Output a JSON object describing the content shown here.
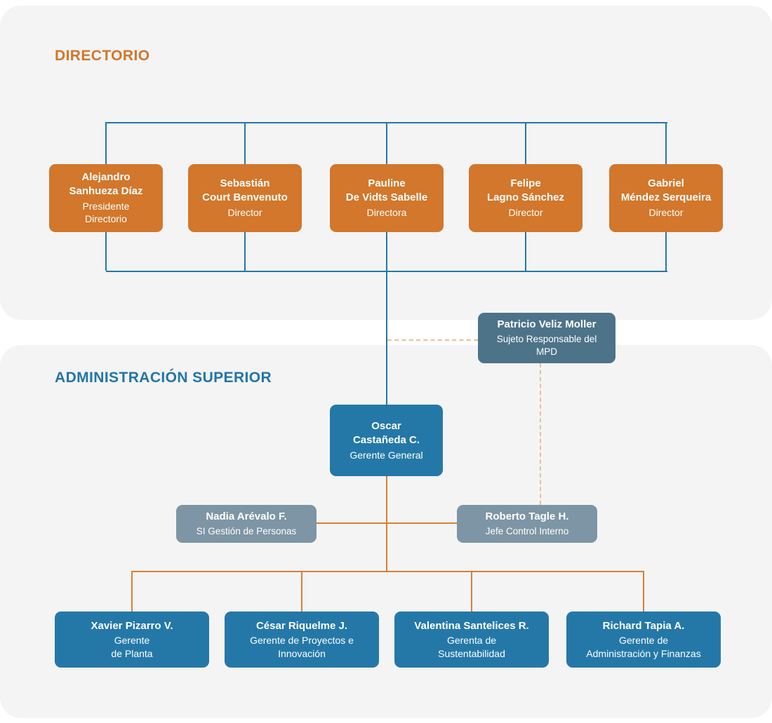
{
  "directorio": {
    "title": "DIRECTORIO",
    "members": [
      {
        "name": "Alejandro\nSanhueza Díaz",
        "role": "Presidente\nDirectorio"
      },
      {
        "name": "Sebastián\nCourt Benvenuto",
        "role": "Director"
      },
      {
        "name": "Pauline\nDe Vidts Sabelle",
        "role": "Directora"
      },
      {
        "name": "Felipe\nLagno Sánchez",
        "role": "Director"
      },
      {
        "name": "Gabriel\nMéndez Serqueira",
        "role": "Director"
      }
    ]
  },
  "administracion": {
    "title": "ADMINISTRACIÓN SUPERIOR",
    "mpd": {
      "name": "Patricio Veliz Moller",
      "role": "Sujeto Responsable del\nMPD"
    },
    "gerente_general": {
      "name": "Oscar\nCastañeda C.",
      "role": "Gerente General"
    },
    "staff": [
      {
        "name": "Nadia Arévalo F.",
        "role": "SI Gestión de Personas"
      },
      {
        "name": "Roberto Tagle H.",
        "role": "Jefe Control Interno"
      }
    ],
    "gerentes": [
      {
        "name": "Xavier Pizarro V.",
        "role": "Gerente\nde Planta"
      },
      {
        "name": "César Riquelme J.",
        "role": "Gerente de Proyectos e\nInnovación"
      },
      {
        "name": "Valentina Santelices R.",
        "role": "Gerenta de\nSustentabilidad"
      },
      {
        "name": "Richard Tapia A.",
        "role": "Gerente de\nAdministración y Finanzas"
      }
    ]
  },
  "colors": {
    "directorio_box": "#D2772B",
    "directorio_title": "#D2772B",
    "admin_title": "#2176A6",
    "blue_box": "#2478A8",
    "slate_box": "#4D7389",
    "gray_box": "#7E95A5",
    "blue_line": "#2478A8",
    "orange_line": "#DA8030",
    "dashed_line": "#ECC08C",
    "panel_background": "#F4F4F5"
  }
}
